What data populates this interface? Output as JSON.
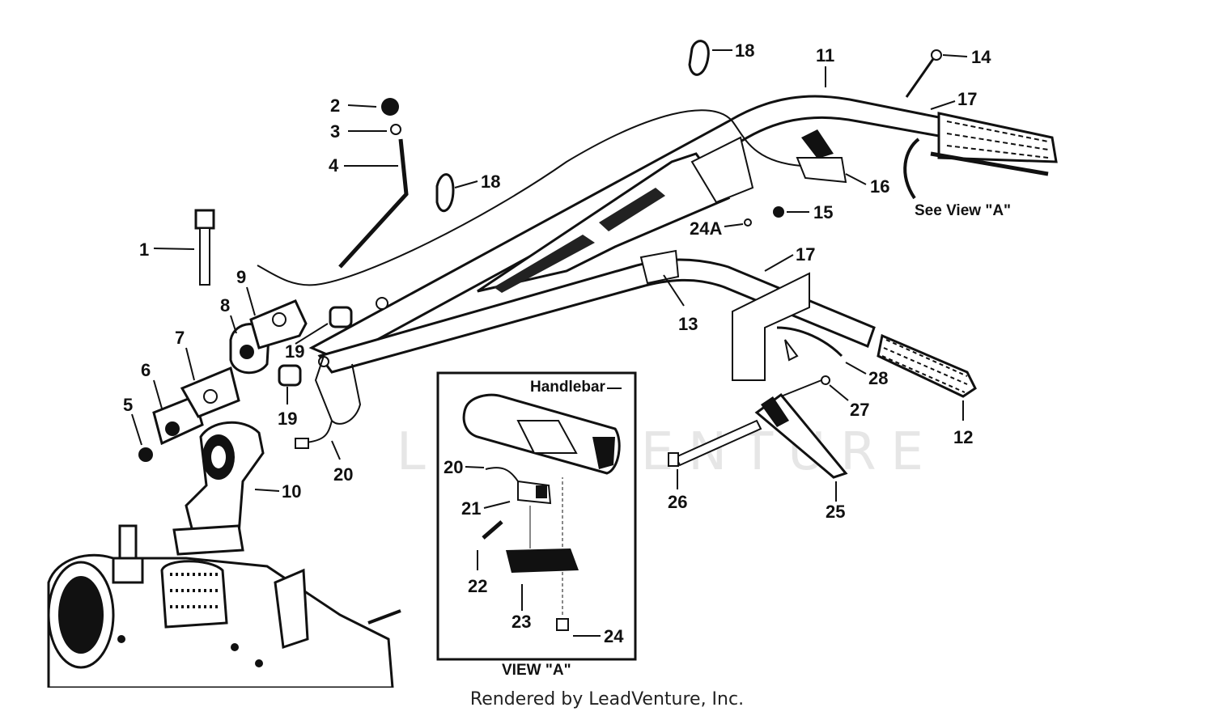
{
  "diagram": {
    "watermark": "LEADVENTURE",
    "footer": "Rendered by LeadVenture, Inc.",
    "callouts": {
      "c1": "1",
      "c2": "2",
      "c3": "3",
      "c4": "4",
      "c5": "5",
      "c6": "6",
      "c7": "7",
      "c8": "8",
      "c9": "9",
      "c10": "10",
      "c11": "11",
      "c12": "12",
      "c13": "13",
      "c14": "14",
      "c15": "15",
      "c16": "16",
      "c17a": "17",
      "c17b": "17",
      "c18a": "18",
      "c18b": "18",
      "c19a": "19",
      "c19b": "19",
      "c20": "20",
      "c24a": "24A",
      "c25": "25",
      "c26": "26",
      "c27": "27",
      "c28": "28"
    },
    "see_view": "See View \"A\"",
    "view_a": {
      "title": "VIEW \"A\"",
      "handlebar_label": "Handlebar",
      "callouts": {
        "c20": "20",
        "c21": "21",
        "c22": "22",
        "c23": "23",
        "c24": "24"
      }
    }
  }
}
